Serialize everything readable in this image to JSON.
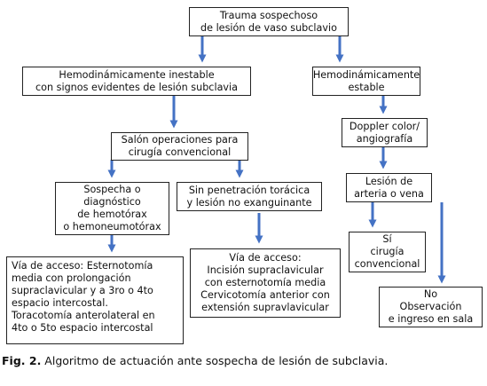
{
  "nodes": {
    "trauma": "Trauma sospechoso\nde lesión de vaso subclavio",
    "inestable": "Hemodinámicamente inestable\ncon signos evidentes de lesión subclavia",
    "estable": "Hemodinámicamente\nestable",
    "salon": "Salón operaciones para\ncirugía convencional",
    "doppler": "Doppler color/\nangiografía",
    "lesion_arteria": "Lesión de\narteria o vena",
    "sospecha": "Sospecha o\ndiagnóstico\nde hemotórax\no hemoneumotórax",
    "sin_penetracion": "Sin penetración torácica\ny lesión no exanguinante",
    "si": "Sí\ncirugía\nconvencional",
    "no": "No\nObservación\ne ingreso en sala",
    "via1": "Vía de acceso: Esternotomía\nmedia con prolongación\nsupraclavicular y a 3ro o 4to\nespacio intercostal.\nToracotomía anterolateral en\n4to o 5to espacio intercostal",
    "via2": "Vía de acceso:\nIncisión supraclavicular\ncon esternotomía media\nCervicotomía anterior con\nextensión supravlavicular"
  },
  "caption": {
    "label": "Fig. 2.",
    "text": " Algoritmo de actuación ante sospecha de lesión de subclavia."
  },
  "colors": {
    "arrow": "#4472c4",
    "border": "#222222"
  }
}
